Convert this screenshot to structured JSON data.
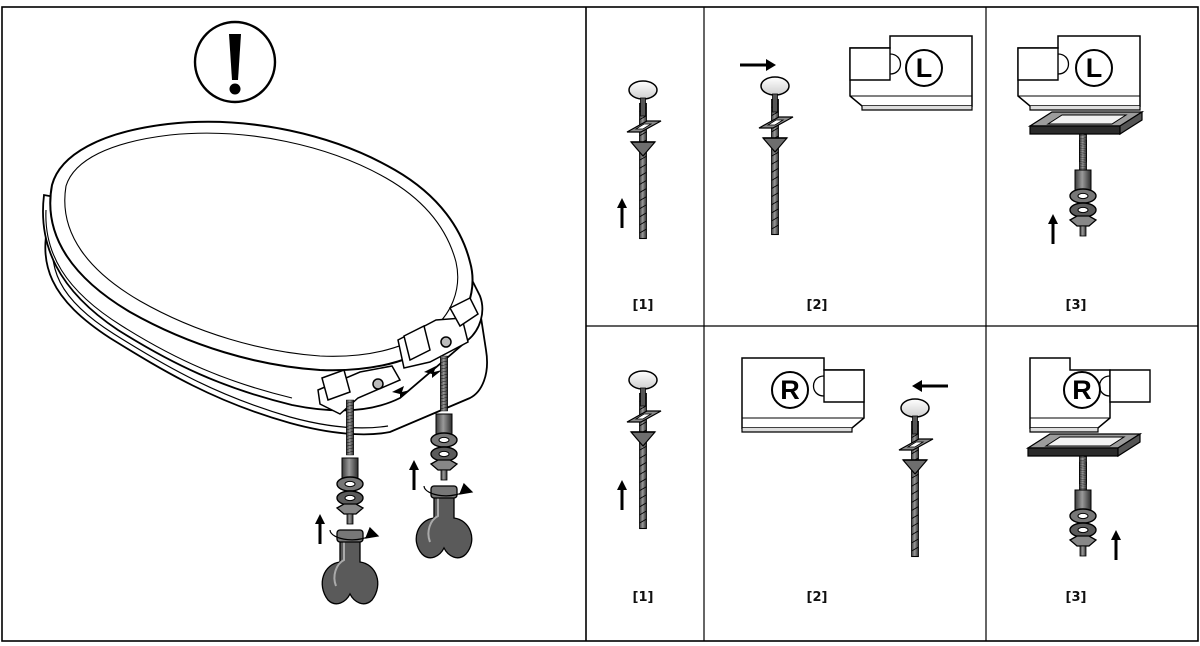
{
  "warning": {
    "icon": "exclamation-icon",
    "symbol": "!"
  },
  "rows": [
    {
      "side_letter": "L",
      "steps": [
        {
          "label": "[1]",
          "illustration": "bolt-assembly-icon"
        },
        {
          "label": "[2]",
          "illustration": "hinge-insert-icon",
          "arrow_direction": "right"
        },
        {
          "label": "[3]",
          "illustration": "hinge-mount-icon",
          "arrow_direction": "up"
        }
      ]
    },
    {
      "side_letter": "R",
      "steps": [
        {
          "label": "[1]",
          "illustration": "bolt-assembly-icon"
        },
        {
          "label": "[2]",
          "illustration": "hinge-insert-icon",
          "arrow_direction": "left"
        },
        {
          "label": "[3]",
          "illustration": "hinge-mount-icon",
          "arrow_direction": "up"
        }
      ]
    }
  ],
  "colors": {
    "line": "#000000",
    "fill": "#ffffff",
    "metal": "#6e6e6e",
    "metal_light": "#bfbfbf"
  }
}
